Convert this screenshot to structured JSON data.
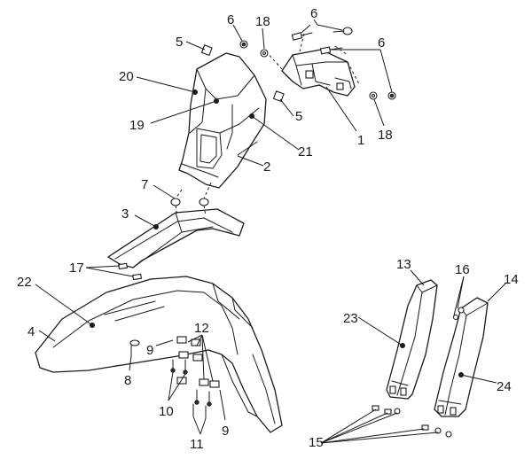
{
  "callouts": {
    "c1": "1",
    "c2": "2",
    "c3": "3",
    "c4": "4",
    "c5a": "5",
    "c5b": "5",
    "c6a": "6",
    "c6b": "6",
    "c6c": "6",
    "c7": "7",
    "c8": "8",
    "c9a": "9",
    "c9b": "9",
    "c10": "10",
    "c11": "11",
    "c12": "12",
    "c13": "13",
    "c14": "14",
    "c15": "15",
    "c16": "16",
    "c17": "17",
    "c18a": "18",
    "c18b": "18",
    "c19": "19",
    "c20": "20",
    "c21": "21",
    "c22": "22",
    "c23": "23",
    "c24": "24"
  }
}
